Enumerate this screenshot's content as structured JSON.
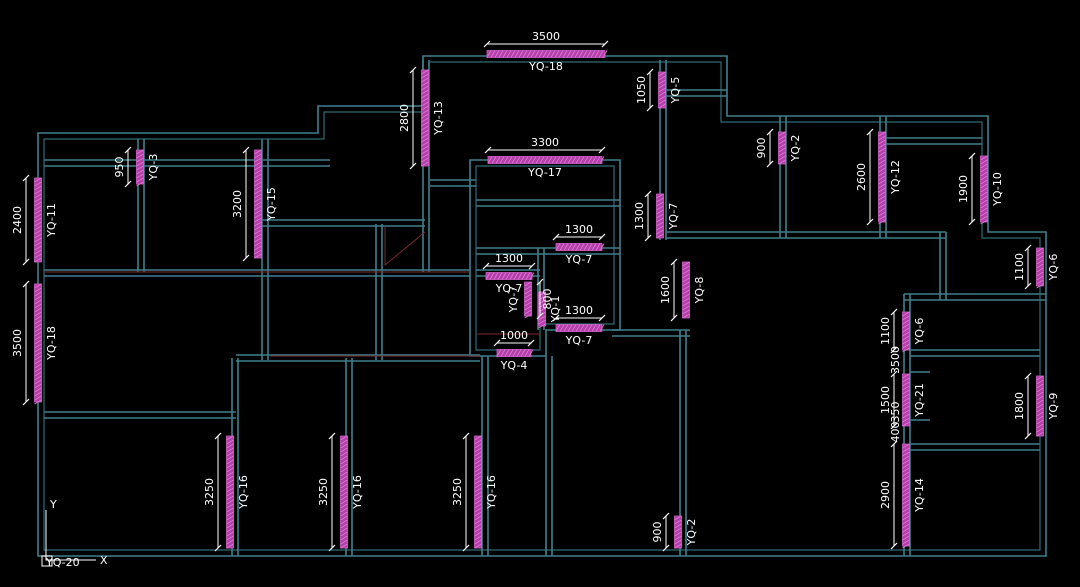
{
  "segments": [
    {
      "id": "YQ-18",
      "label": "YQ-18",
      "dim": "3500",
      "orient": "h"
    },
    {
      "id": "YQ-17",
      "label": "YQ-17",
      "dim": "3300",
      "orient": "h"
    },
    {
      "id": "YQ-7a",
      "label": "YQ-7",
      "dim": "1300",
      "orient": "h"
    },
    {
      "id": "YQ-7b",
      "label": "YQ-7",
      "dim": "1300",
      "orient": "h"
    },
    {
      "id": "YQ-7c",
      "label": "YQ-7",
      "dim": "1300",
      "orient": "h"
    },
    {
      "id": "YQ-7d",
      "label": "YQ-7",
      "dim": "800",
      "orient": "v"
    },
    {
      "id": "YQ-1",
      "label": "YQ-1",
      "dim": "",
      "orient": "v"
    },
    {
      "id": "YQ-4",
      "label": "YQ-4",
      "dim": "1000",
      "orient": "h"
    },
    {
      "id": "YQ-5",
      "label": "YQ-5",
      "dim": "1050",
      "orient": "v"
    },
    {
      "id": "YQ-13",
      "label": "YQ-13",
      "dim": "2800",
      "orient": "v"
    },
    {
      "id": "YQ-3",
      "label": "YQ-3",
      "dim": "950",
      "orient": "v"
    },
    {
      "id": "YQ-15",
      "label": "YQ-15",
      "dim": "3200",
      "orient": "v"
    },
    {
      "id": "YQ-11",
      "label": "YQ-11",
      "dim": "2400",
      "orient": "v"
    },
    {
      "id": "YQ-18b",
      "label": "YQ-18",
      "dim": "3500",
      "orient": "v"
    },
    {
      "id": "YQ-7e",
      "label": "YQ-7",
      "dim": "1300",
      "orient": "v"
    },
    {
      "id": "YQ-2a",
      "label": "YQ-2",
      "dim": "900",
      "orient": "v"
    },
    {
      "id": "YQ-12",
      "label": "YQ-12",
      "dim": "2600",
      "orient": "v"
    },
    {
      "id": "YQ-10",
      "label": "YQ-10",
      "dim": "1900",
      "orient": "v"
    },
    {
      "id": "YQ-6a",
      "label": "YQ-6",
      "dim": "1100",
      "orient": "v"
    },
    {
      "id": "YQ-8",
      "label": "YQ-8",
      "dim": "1600",
      "orient": "v"
    },
    {
      "id": "YQ-6b",
      "label": "YQ-6",
      "dim": "1100",
      "orient": "v"
    },
    {
      "id": "YQ-21",
      "label": "YQ-21",
      "dim": "1500",
      "orient": "v"
    },
    {
      "id": "YQ-9",
      "label": "YQ-9",
      "dim": "1800",
      "orient": "v"
    },
    {
      "id": "YQ-14",
      "label": "YQ-14",
      "dim": "2900",
      "orient": "v"
    },
    {
      "id": "YQ-16a",
      "label": "YQ-16",
      "dim": "3250",
      "orient": "v"
    },
    {
      "id": "YQ-16b",
      "label": "YQ-16",
      "dim": "3250",
      "orient": "v"
    },
    {
      "id": "YQ-16c",
      "label": "YQ-16",
      "dim": "3250",
      "orient": "v"
    },
    {
      "id": "YQ-2b",
      "label": "YQ-2",
      "dim": "900",
      "orient": "v"
    }
  ],
  "extra_dims": [
    "3500",
    "400",
    "350"
  ],
  "ucs": {
    "y_label": "Y",
    "x_label": "X",
    "corner_text": "YQ-20"
  },
  "colors": {
    "background": "#000000",
    "wall": "#3f7f8c",
    "segment": "#b43fa8",
    "dimension": "#ffffff"
  }
}
